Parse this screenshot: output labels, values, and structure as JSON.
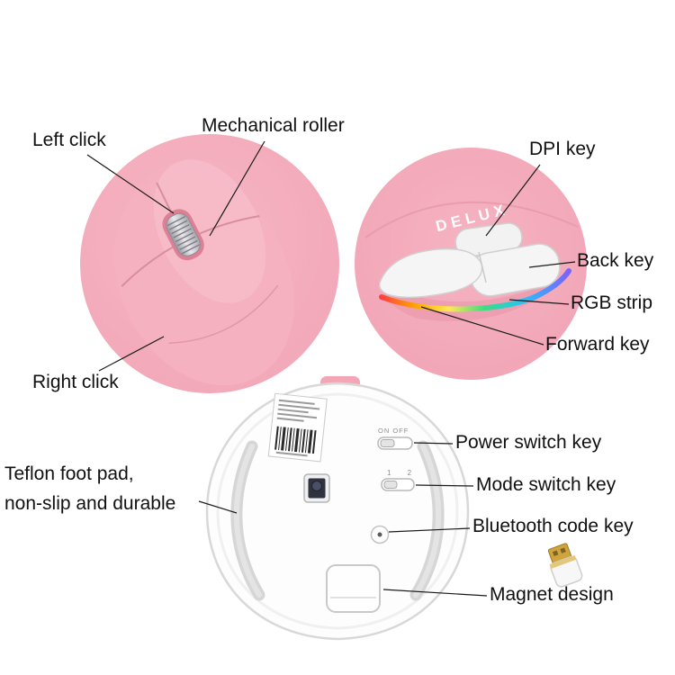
{
  "annotations": {
    "left_click": "Left click",
    "mechanical_roller": "Mechanical roller",
    "right_click": "Right click",
    "dpi_key": "DPI key",
    "back_key": "Back key",
    "rgb_strip": "RGB strip",
    "forward_key": "Forward key",
    "teflon_pad_line1": "Teflon foot pad,",
    "teflon_pad_line2": "non-slip and durable",
    "power_switch_key": "Power switch key",
    "mode_switch_key": "Mode switch key",
    "bluetooth_code_key": "Bluetooth code key",
    "magnet_design": "Magnet design"
  },
  "product": {
    "brand": "DELUX",
    "power_switch_markings": "ON OFF",
    "mode_switch_markings": "1 2"
  },
  "colors": {
    "circle_pink": "#f3abba",
    "mouse_body_pink": "#f5b1c0",
    "seam_pink": "#d98da0",
    "roller_silver": "#c9c9cf",
    "teflon_gray": "#d6d6d6",
    "usb_gold": "#cfa43c",
    "rgb_strip_colors": [
      "#ff4040",
      "#ffa500",
      "#ffe94e",
      "#3ddc84",
      "#27c4f5",
      "#7b61ff"
    ]
  }
}
